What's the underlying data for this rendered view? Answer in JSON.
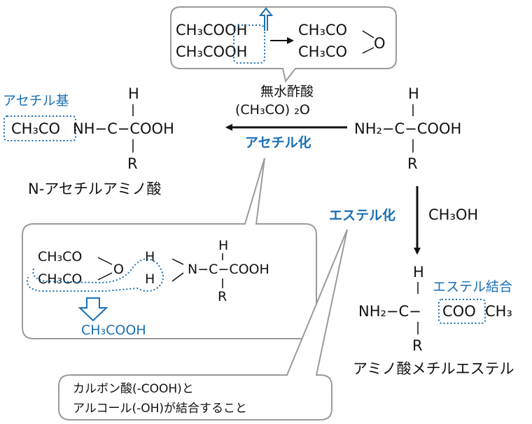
{
  "colors": {
    "accent": "#1a6fb5",
    "ink": "#111111",
    "callout_border": "#9a9a9a"
  },
  "top_box": {
    "reactant_1": "CH₃COOH",
    "reactant_2": "CH₃COOH",
    "product_1": "CH₃CO",
    "product_2": "CH₃CO",
    "bridge_o": "O"
  },
  "reagent": {
    "name": "無水酢酸",
    "formula": "(CH₃CO) ₂O"
  },
  "acetylation_label": "アセチル化",
  "acetyl_group_label": "アセチル基",
  "n_acetyl": {
    "h": "H",
    "left": "CH₃CO",
    "chain": "NH−C−COOH",
    "r": "R",
    "name": "N-アセチルアミノ酸"
  },
  "amino_acid": {
    "h": "H",
    "chain": "NH₂−C−COOH",
    "r": "R"
  },
  "lower_box": {
    "ac_1": "CH₃CO",
    "ac_2": "CH₃CO",
    "o": "O",
    "h1": "H",
    "h2": "H",
    "n_chain": "N−C−COOH",
    "top_h": "H",
    "r": "R",
    "byproduct": "CH₃COOH"
  },
  "esterification_label": "エステル化",
  "methanol": "CH₃OH",
  "ester": {
    "h": "H",
    "left": "NH₂−C−",
    "boxed": "COO",
    "tail": "CH₃",
    "r": "R",
    "bond_label": "エステル結合",
    "name": "アミノ酸メチルエステル"
  },
  "note": {
    "line1": "カルボン酸(-COOH)と",
    "line2": "アルコール(-OH)が結合すること"
  }
}
